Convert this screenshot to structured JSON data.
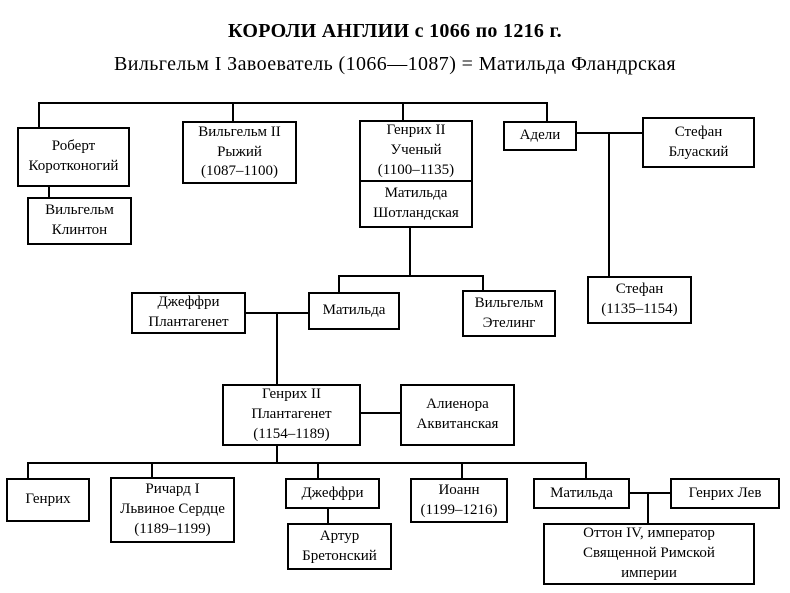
{
  "title": "КОРОЛИ АНГЛИИ с 1066 по 1216 г.",
  "subtitle": "Вильгельм I Завоеватель (1066—1087) = Матильда Фландрская",
  "colors": {
    "background": "#ffffff",
    "ink": "#000000",
    "box_fill": "#ffffff"
  },
  "nodes": {
    "robert": {
      "lines": [
        "Роберт",
        "Коротконогий"
      ]
    },
    "wilhelm_clinton": {
      "lines": [
        "Вильгельм",
        "Клинтон"
      ]
    },
    "wilhelm2_rufus": {
      "lines": [
        "Вильгельм II",
        "Рыжий",
        "(1087–1100)"
      ]
    },
    "henry_scholar": {
      "lines": [
        "Генрих II",
        "Ученый",
        "(1100–1135)"
      ]
    },
    "matilda_scotland": {
      "lines": [
        "Матильда",
        "Шотландская"
      ]
    },
    "adela": {
      "lines": [
        "Адели"
      ]
    },
    "stephen_blois": {
      "lines": [
        "Стефан",
        "Блуаский"
      ]
    },
    "stephen_king": {
      "lines": [
        "Стефан",
        "(1135–1154)"
      ]
    },
    "geoffrey_plantagenet": {
      "lines": [
        "Джеффри",
        "Плантагенет"
      ]
    },
    "matilda_empress": {
      "lines": [
        "Матильда"
      ]
    },
    "wilhelm_atheling": {
      "lines": [
        "Вильгельм",
        "Этелинг"
      ]
    },
    "henry2_plantagenet": {
      "lines": [
        "Генрих II",
        "Плантагенет",
        "(1154–1189)"
      ]
    },
    "eleanor_aquitaine": {
      "lines": [
        "Алиенора",
        "Аквитанская"
      ]
    },
    "henry_young": {
      "lines": [
        "Генрих"
      ]
    },
    "richard1_lionheart": {
      "lines": [
        "Ричард I",
        "Львиное Сердце",
        "(1189–1199)"
      ]
    },
    "geoffrey": {
      "lines": [
        "Джеффри"
      ]
    },
    "arthur_brittany": {
      "lines": [
        "Артур",
        "Бретонский"
      ]
    },
    "john_lackland": {
      "lines": [
        "Иоанн",
        "(1199–1216)"
      ]
    },
    "matilda_daughter": {
      "lines": [
        "Матильда"
      ]
    },
    "henry_lion": {
      "lines": [
        "Генрих Лев"
      ]
    },
    "otto4": {
      "lines": [
        "Оттон IV, император",
        "Священной Римской",
        "империи"
      ]
    }
  }
}
